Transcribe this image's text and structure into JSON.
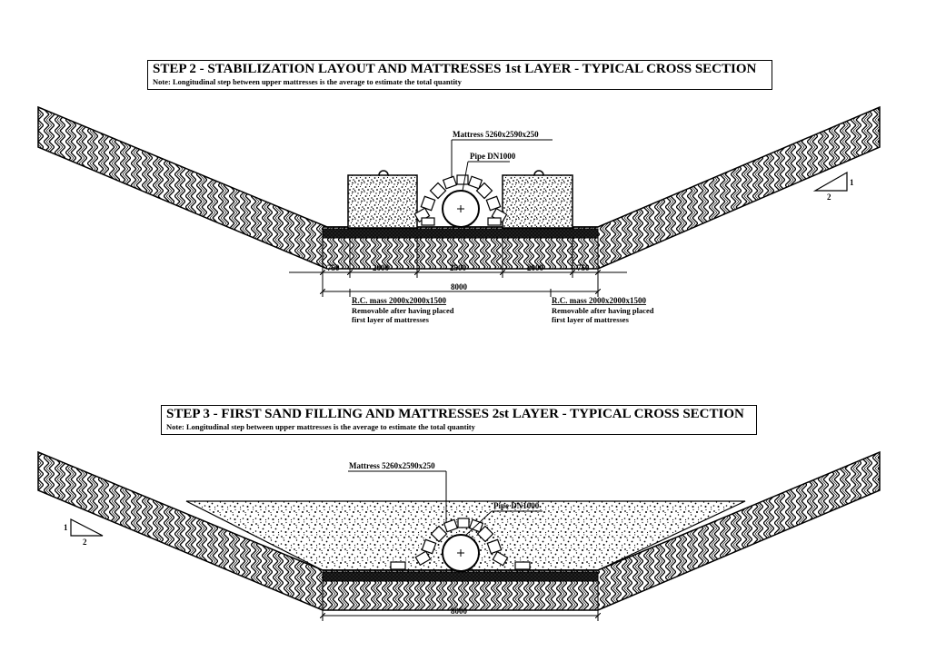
{
  "step2": {
    "title": "STEP 2 - STABILIZATION LAYOUT AND MATTRESSES 1st LAYER - TYPICAL CROSS SECTION",
    "note": "Note: Longitudinal step between upper mattresses is the average to estimate the total quantity",
    "mattress_label": "Mattress 5260x2590x250",
    "pipe_label": "Pipe DN1000",
    "slope": {
      "rise": "1",
      "run": "2"
    },
    "dims": {
      "d1": "750",
      "d2": "2000",
      "d3": "2500",
      "d4": "2000",
      "d5": "750",
      "total": "8000"
    },
    "rc_left": {
      "title": "R.C. mass 2000x2000x1500",
      "line1": "Removable after having placed",
      "line2": "first layer of mattresses"
    },
    "rc_right": {
      "title": "R.C. mass 2000x2000x1500",
      "line1": "Removable after having placed",
      "line2": "first layer of mattresses"
    }
  },
  "step3": {
    "title": "STEP 3 - FIRST SAND FILLING AND MATTRESSES 2st LAYER - TYPICAL CROSS SECTION",
    "note": "Note: Longitudinal step between upper mattresses is the average to estimate the total quantity",
    "mattress_label": "Mattress 5260x2590x250",
    "pipe_label": "Pipe DN1000",
    "slope": {
      "rise": "1",
      "run": "2"
    },
    "dims": {
      "total": "8000"
    }
  }
}
